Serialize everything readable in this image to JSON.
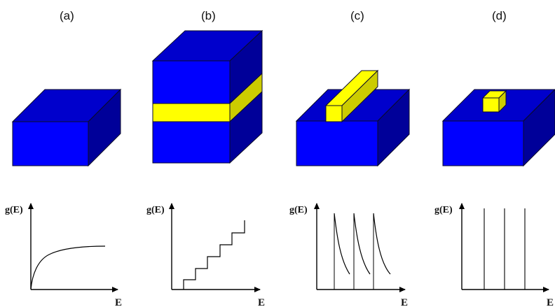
{
  "panels": [
    {
      "label": "(a)",
      "system": "bulk",
      "ylabel": "g(E)",
      "xlabel": "E"
    },
    {
      "label": "(b)",
      "system": "quantum-well",
      "ylabel": "g(E)",
      "xlabel": "E"
    },
    {
      "label": "(c)",
      "system": "quantum-wire",
      "ylabel": "g(E)",
      "xlabel": "E"
    },
    {
      "label": "(d)",
      "system": "quantum-dot",
      "ylabel": "g(E)",
      "xlabel": "E"
    }
  ],
  "colors": {
    "substrate_front": "#0000FF",
    "substrate_top": "#0000CC",
    "substrate_side": "#000099",
    "nanostructure_front": "#FFFF00",
    "nanostructure_top": "#FFFF00",
    "nanostructure_side": "#CCCC00",
    "curve": "#000000",
    "background": "#FFFFFF"
  }
}
